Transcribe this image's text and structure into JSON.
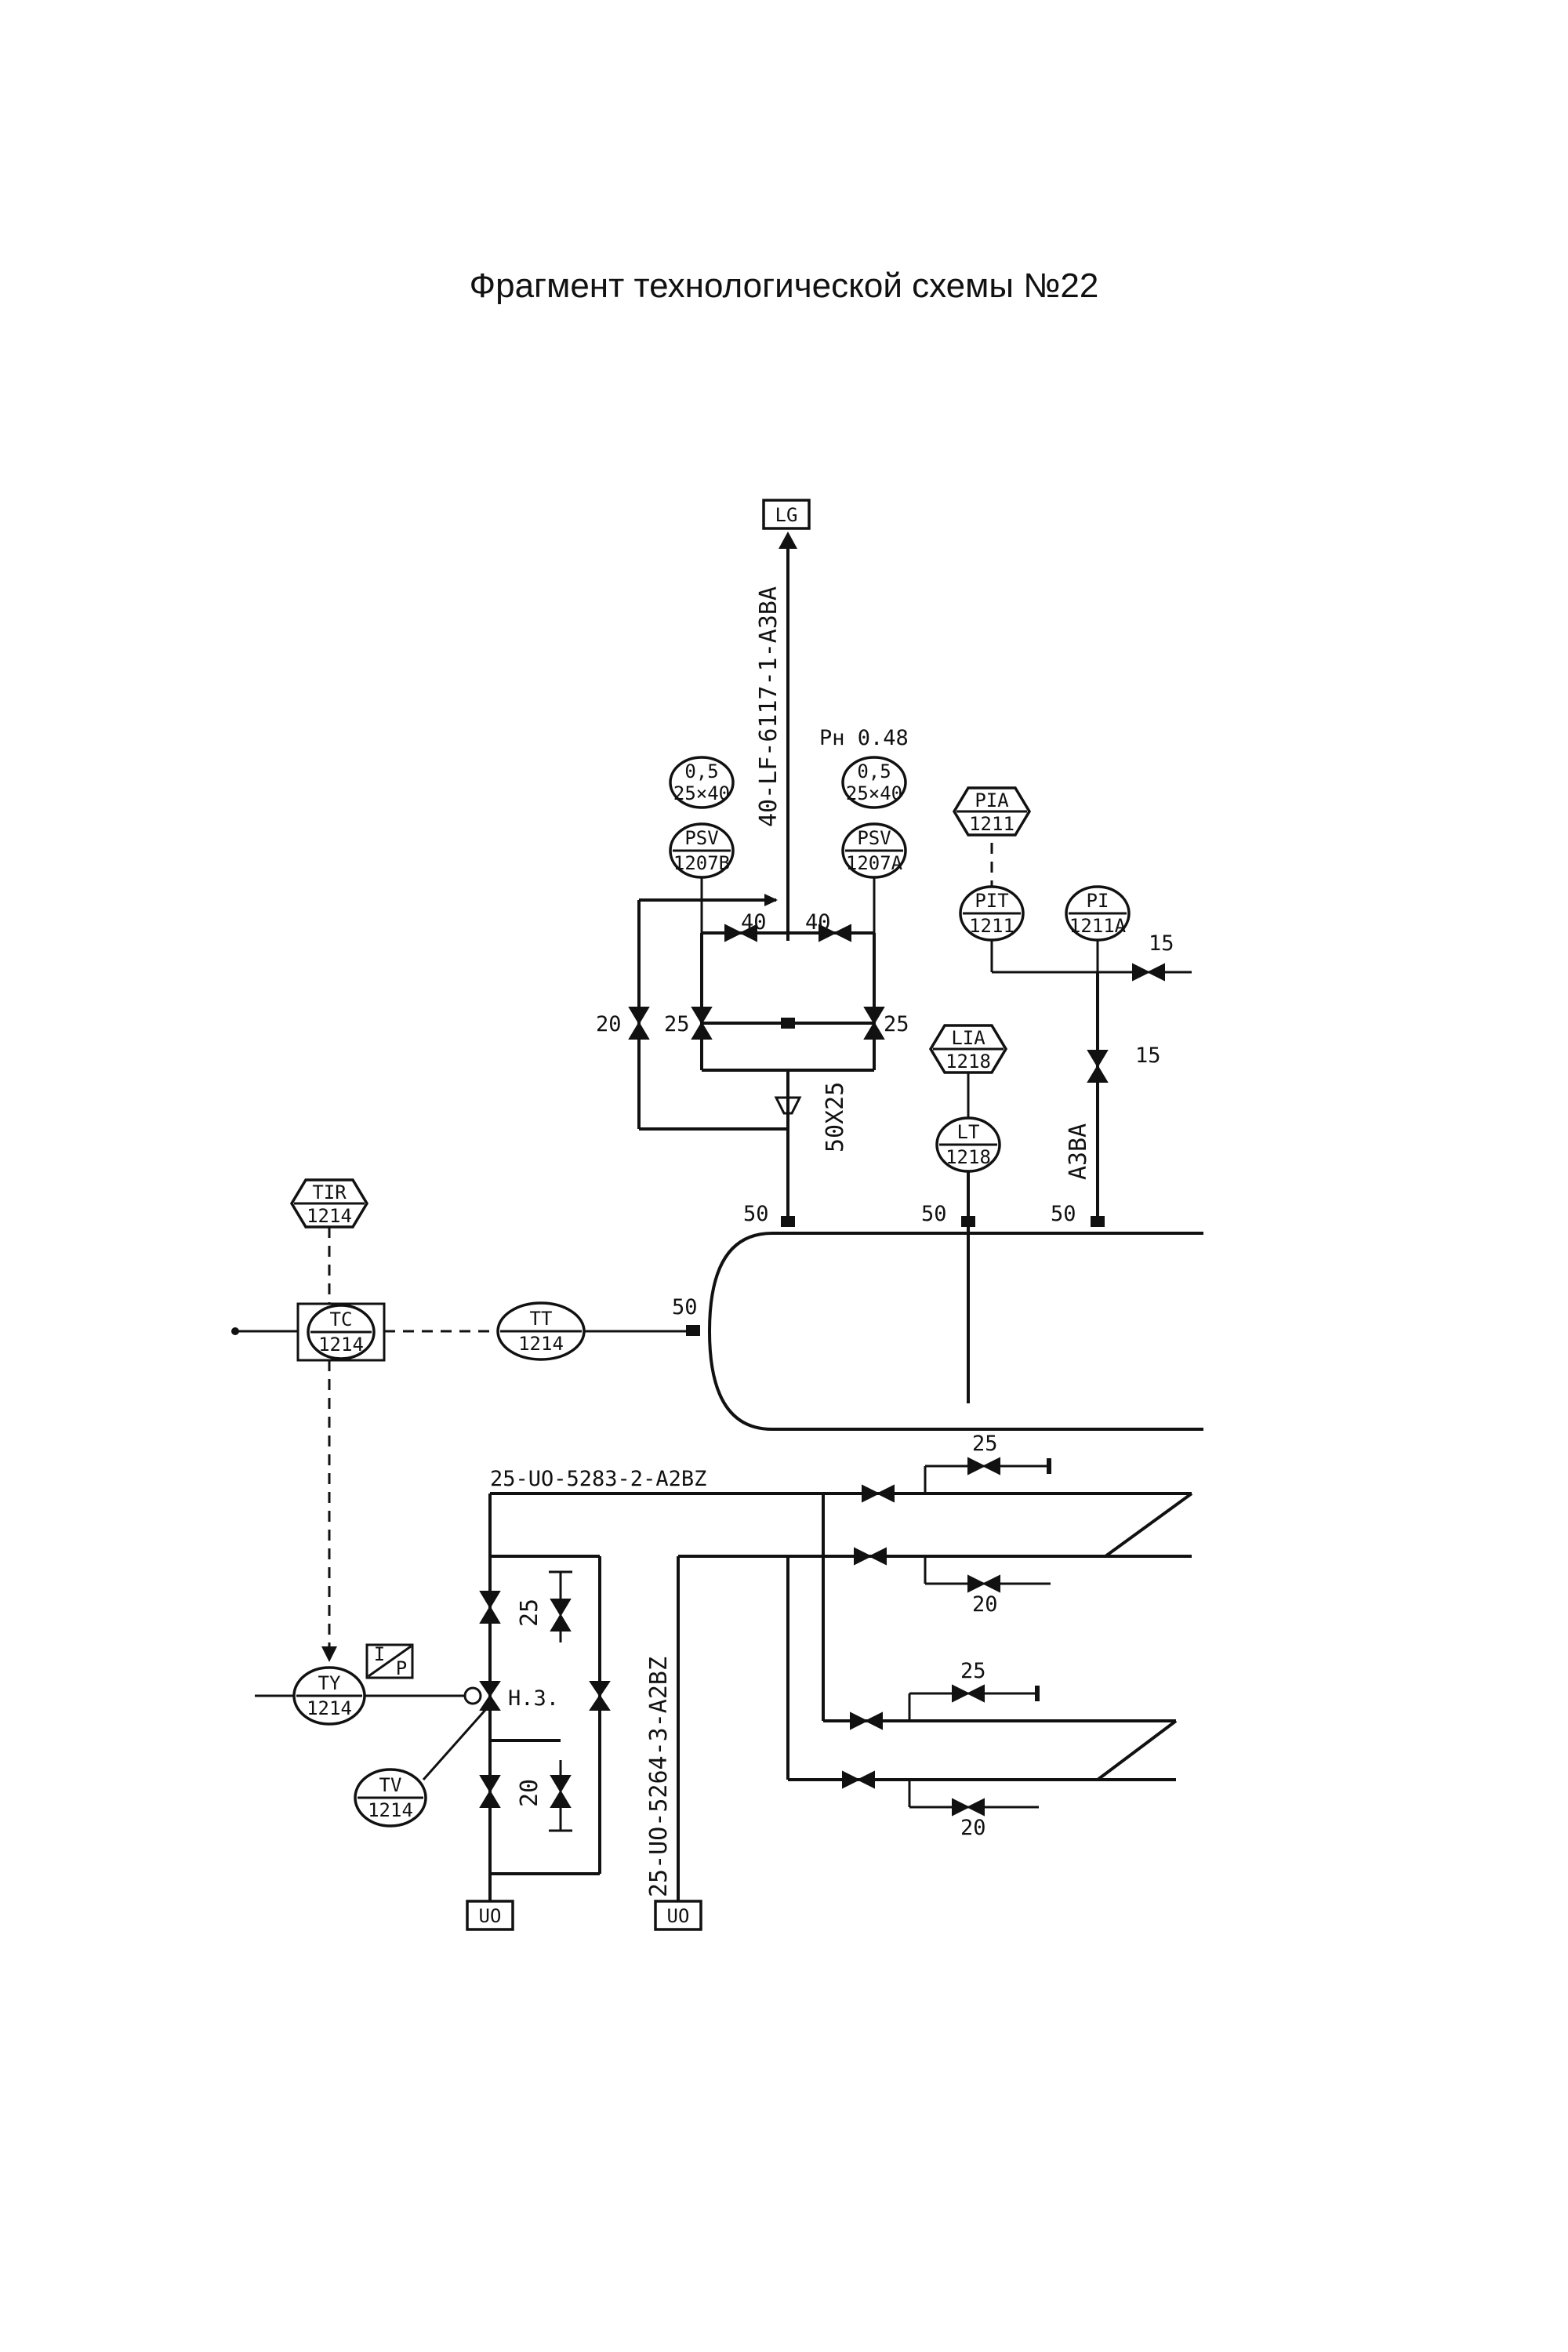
{
  "title": "Фрагмент технологической схемы №22",
  "terminals": {
    "top": "LG",
    "bottom_left": "UO",
    "bottom_right": "UO"
  },
  "line_labels": {
    "vent_line": "40-LF-6117-1-A3BA",
    "drain_header_1": "25-UO-5283-2-A2BZ",
    "drain_header_2": "25-UO-5264-3-A2BZ",
    "pi_line": "A3BA",
    "reducer": "50X25",
    "set_pressure": "Pн 0.48",
    "fail_position": "Н.З."
  },
  "sizes": {
    "s40a": "40",
    "s40b": "40",
    "s20": "20",
    "s25a": "25",
    "s25b": "25",
    "n50a": "50",
    "n50b": "50",
    "n50c": "50",
    "n50d": "50",
    "pi15a": "15",
    "pi15b": "15",
    "cv25": "25",
    "cv20": "20",
    "d25a": "25",
    "d20a": "20",
    "d25b": "25",
    "d20b": "20"
  },
  "instruments": {
    "psv_b": {
      "top1": "0,5",
      "top2": "25×40",
      "type": "PSV",
      "num": "1207B"
    },
    "psv_a": {
      "top1": "0,5",
      "top2": "25×40",
      "type": "PSV",
      "num": "1207A"
    },
    "pia": {
      "type": "PIA",
      "num": "1211"
    },
    "pit": {
      "type": "PIT",
      "num": "1211"
    },
    "pi": {
      "type": "PI",
      "num": "1211A"
    },
    "lia": {
      "type": "LIA",
      "num": "1218"
    },
    "lt": {
      "type": "LT",
      "num": "1218"
    },
    "tir": {
      "type": "TIR",
      "num": "1214"
    },
    "tc": {
      "type": "TC",
      "num": "1214"
    },
    "tt": {
      "type": "TT",
      "num": "1214"
    },
    "ty": {
      "type": "TY",
      "num": "1214"
    },
    "tv": {
      "type": "TV",
      "num": "1214"
    },
    "ip": {
      "top": "I",
      "bottom": "P"
    }
  }
}
